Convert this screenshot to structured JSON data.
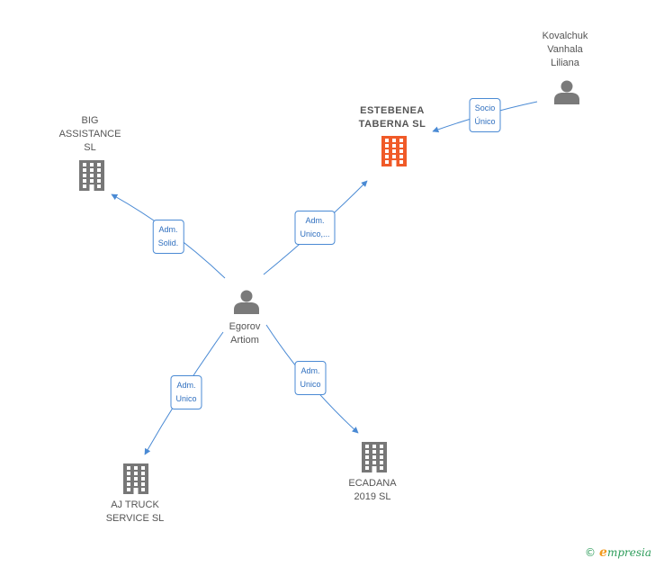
{
  "colors": {
    "edge": "#4a8ad4",
    "company": "#777777",
    "company_main": "#f05a28",
    "person": "#7a7a7a",
    "text": "#555555"
  },
  "nodes": [
    {
      "id": "egorov",
      "type": "person",
      "label": "Egorov\nArtiom"
    },
    {
      "id": "kovalchuk",
      "type": "person",
      "label": "Kovalchuk\nVanhala\nLiliana"
    },
    {
      "id": "estebenea",
      "type": "company_main",
      "label": "ESTEBENEA\nTABERNA  SL"
    },
    {
      "id": "big",
      "type": "company",
      "label": "BIG\nASSISTANCE\nSL"
    },
    {
      "id": "ajtruck",
      "type": "company",
      "label": "AJ TRUCK\nSERVICE  SL"
    },
    {
      "id": "ecadana",
      "type": "company",
      "label": "ECADANA\n2019  SL"
    }
  ],
  "edges": [
    {
      "from": "egorov",
      "to": "big",
      "label": "Adm.\nSolid."
    },
    {
      "from": "egorov",
      "to": "estebenea",
      "label": "Adm.\nUnico,..."
    },
    {
      "from": "egorov",
      "to": "ajtruck",
      "label": "Adm.\nUnico"
    },
    {
      "from": "egorov",
      "to": "ecadana",
      "label": "Adm.\nUnico"
    },
    {
      "from": "kovalchuk",
      "to": "estebenea",
      "label": "Socio\nÚnico"
    }
  ],
  "footer": {
    "copyright_symbol": "©",
    "brand_initial": "e",
    "brand_rest": "mpresia"
  }
}
